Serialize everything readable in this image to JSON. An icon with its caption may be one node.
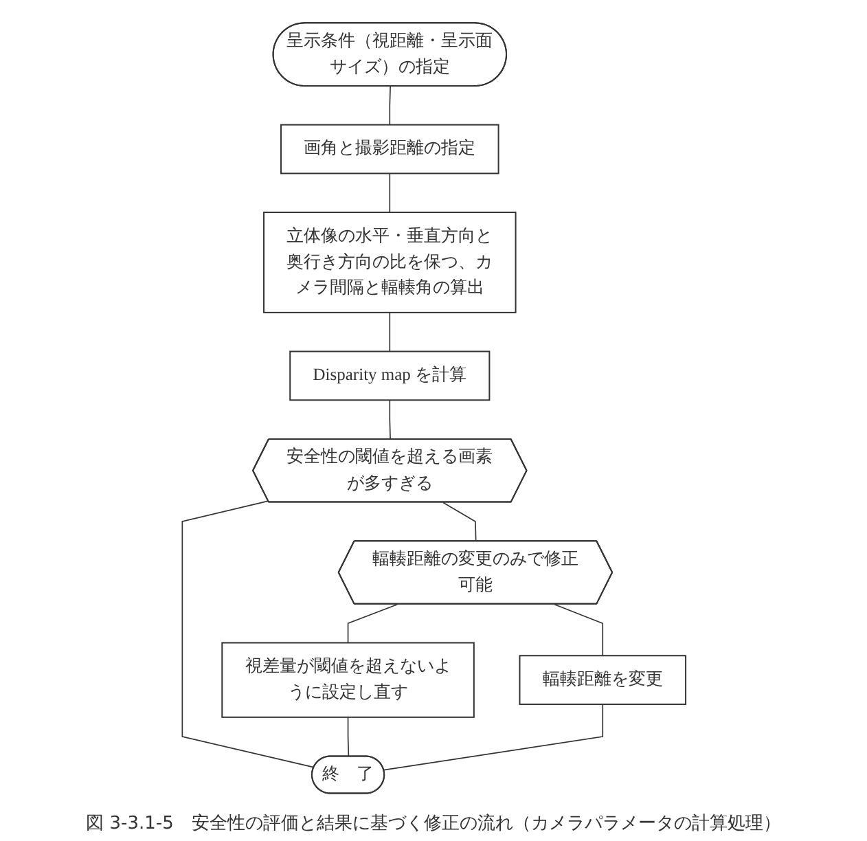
{
  "diagram": {
    "caption": "図 3-3.1-5　安全性の評価と結果に基づく修正の流れ（カメラパラメータの計算処理）",
    "nodes": [
      {
        "text": [
          "呈示条件（視距離・呈示面サイズ）の指定"
        ]
      },
      {
        "text": [
          "画角と撮影距離の指定"
        ]
      },
      {
        "text": [
          "立体像の水平・垂直方向と奥行き方向の比を保つ、カメラ間隔と輻輳角の算出"
        ]
      },
      {
        "text": [
          "Disparity map を計算"
        ]
      },
      {
        "text": [
          "安全性の閾値を超える画素が多すぎる"
        ]
      },
      {
        "text": [
          "輻輳距離の変更のみで修正可能"
        ]
      },
      {
        "text": [
          "視差量が閾値を超えないように設定し直す"
        ]
      },
      {
        "text": [
          "輻輳距離を変更"
        ]
      },
      {
        "text": [
          "終　了"
        ]
      }
    ],
    "edges": [
      {
        "from": 0,
        "to": 1,
        "arrow": "none"
      },
      {
        "from": 1,
        "to": 2,
        "arrow": "none"
      },
      {
        "from": 2,
        "to": 3,
        "arrow": "none"
      },
      {
        "from": 3,
        "to": 4,
        "arrow": "none"
      },
      {
        "from": 4,
        "to": 5,
        "arrow": "none"
      },
      {
        "from": 4,
        "to": 8,
        "arrow": "none"
      },
      {
        "from": 5,
        "to": 6,
        "arrow": "none"
      },
      {
        "from": 5,
        "to": 7,
        "arrow": "none"
      },
      {
        "from": 6,
        "to": 8,
        "arrow": "none"
      },
      {
        "from": 7,
        "to": 8,
        "arrow": "none"
      }
    ]
  }
}
